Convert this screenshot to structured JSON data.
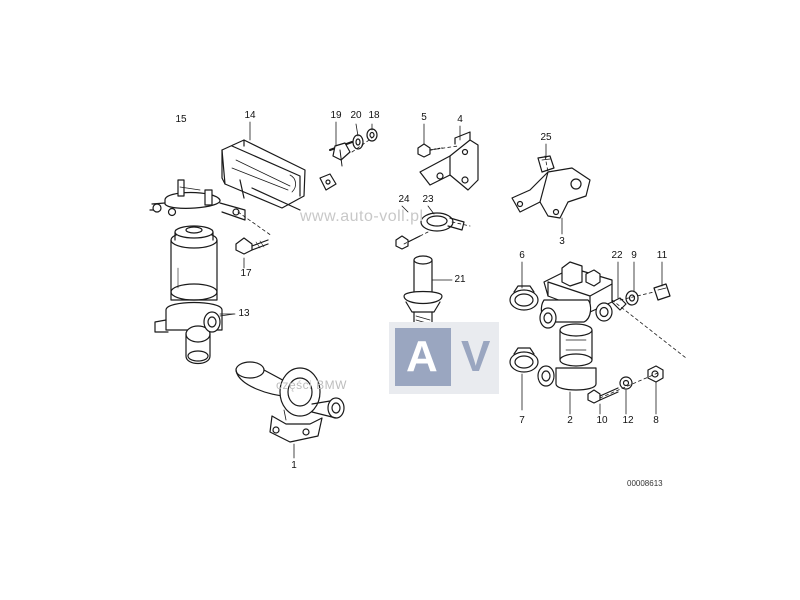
{
  "diagram": {
    "callouts": {
      "n1": "1",
      "n2": "2",
      "n3": "3",
      "n4": "4",
      "n5": "5",
      "n6": "6",
      "n7": "7",
      "n8": "8",
      "n9": "9",
      "n10": "10",
      "n11": "11",
      "n12": "12",
      "n13": "13",
      "n14": "14",
      "n15": "15",
      "n17": "17",
      "n18": "18",
      "n19": "19",
      "n20": "20",
      "n21": "21",
      "n22": "22",
      "n23": "23",
      "n24": "24",
      "n25": "25"
    },
    "reference_number": "00008613"
  },
  "watermark": {
    "url_text": "www.auto-voll.pl",
    "small_text": "części BMW",
    "logo_letter_a": "A",
    "logo_letter_v": "V",
    "logo_color": "#9aa6c0"
  }
}
